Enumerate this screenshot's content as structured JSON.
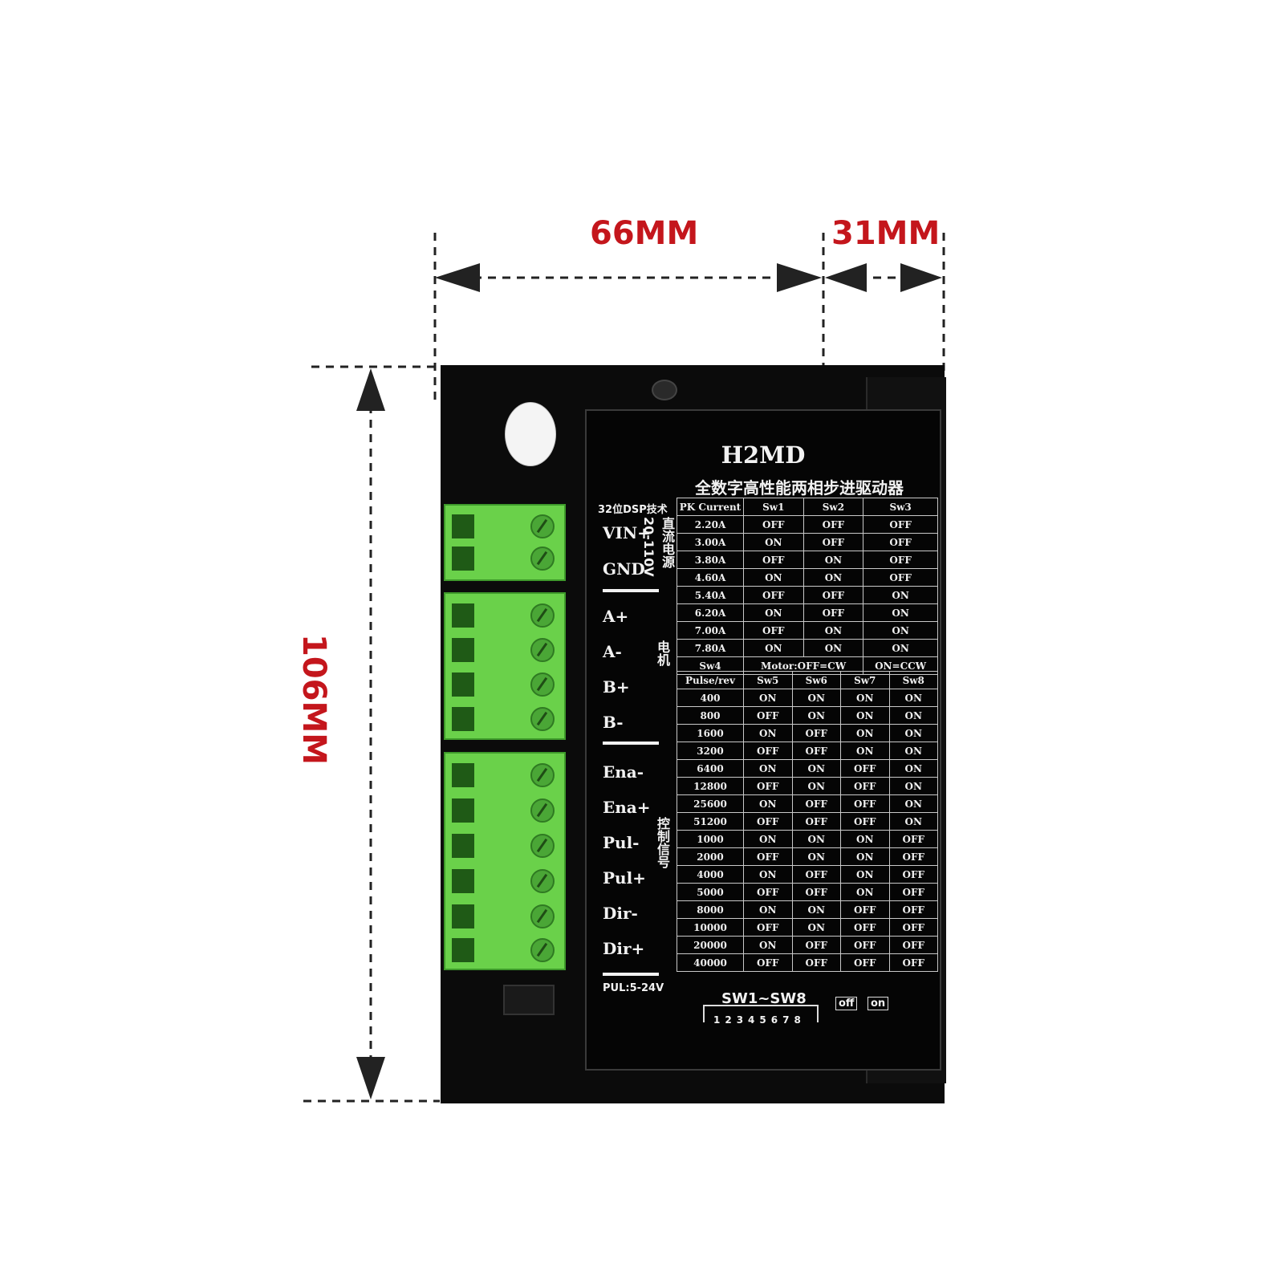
{
  "dimensions": {
    "width": "66MM",
    "depth": "31MM",
    "height": "106MM"
  },
  "device": {
    "model": "H2MD",
    "subtitle": "全数字高性能两相步进驱动器",
    "dsp_label": "32位DSP技术",
    "power": {
      "vin": "VIN+",
      "gnd": "GND",
      "label_cn": "直流电源",
      "range": "20-110V"
    },
    "motor": {
      "label_cn": "电机",
      "terminals": [
        "A+",
        "A-",
        "B+",
        "B-"
      ]
    },
    "signal": {
      "label_cn": "控制信号",
      "terminals": [
        "Ena-",
        "Ena+",
        "Pul-",
        "Pul+",
        "Dir-",
        "Dir+"
      ],
      "note": "PUL:5-24V"
    },
    "current_table": {
      "headers": [
        "PK Current",
        "Sw1",
        "Sw2",
        "Sw3"
      ],
      "rows": [
        [
          "2.20A",
          "OFF",
          "OFF",
          "OFF"
        ],
        [
          "3.00A",
          "ON",
          "OFF",
          "OFF"
        ],
        [
          "3.80A",
          "OFF",
          "ON",
          "OFF"
        ],
        [
          "4.60A",
          "ON",
          "ON",
          "OFF"
        ],
        [
          "5.40A",
          "OFF",
          "OFF",
          "ON"
        ],
        [
          "6.20A",
          "ON",
          "OFF",
          "ON"
        ],
        [
          "7.00A",
          "OFF",
          "ON",
          "ON"
        ],
        [
          "7.80A",
          "ON",
          "ON",
          "ON"
        ]
      ]
    },
    "sw4_row": {
      "label": "Sw4",
      "text": "Motor:OFF=CW",
      "text2": "ON=CCW"
    },
    "pulse_table": {
      "headers": [
        "Pulse/rev",
        "Sw5",
        "Sw6",
        "Sw7",
        "Sw8"
      ],
      "rows": [
        [
          "400",
          "ON",
          "ON",
          "ON",
          "ON"
        ],
        [
          "800",
          "OFF",
          "ON",
          "ON",
          "ON"
        ],
        [
          "1600",
          "ON",
          "OFF",
          "ON",
          "ON"
        ],
        [
          "3200",
          "OFF",
          "OFF",
          "ON",
          "ON"
        ],
        [
          "6400",
          "ON",
          "ON",
          "OFF",
          "ON"
        ],
        [
          "12800",
          "OFF",
          "ON",
          "OFF",
          "ON"
        ],
        [
          "25600",
          "ON",
          "OFF",
          "OFF",
          "ON"
        ],
        [
          "51200",
          "OFF",
          "OFF",
          "OFF",
          "ON"
        ],
        [
          "1000",
          "ON",
          "ON",
          "ON",
          "OFF"
        ],
        [
          "2000",
          "OFF",
          "ON",
          "ON",
          "OFF"
        ],
        [
          "4000",
          "ON",
          "OFF",
          "ON",
          "OFF"
        ],
        [
          "5000",
          "OFF",
          "OFF",
          "ON",
          "OFF"
        ],
        [
          "8000",
          "ON",
          "ON",
          "OFF",
          "OFF"
        ],
        [
          "10000",
          "OFF",
          "ON",
          "OFF",
          "OFF"
        ],
        [
          "20000",
          "ON",
          "OFF",
          "OFF",
          "OFF"
        ],
        [
          "40000",
          "OFF",
          "OFF",
          "OFF",
          "OFF"
        ]
      ]
    },
    "switch_block": {
      "title": "SW1~SW8",
      "numbers": "12345678",
      "off_label": "off",
      "on_label": "on"
    }
  },
  "colors": {
    "dimension_text": "#c4161c",
    "case": "#0b0b0b",
    "terminal_green": "#6ad14a",
    "background": "#ffffff"
  }
}
